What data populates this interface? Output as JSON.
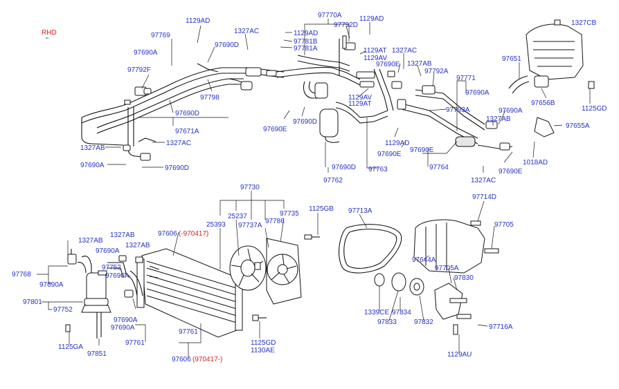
{
  "region": "RHD",
  "part_numbers": [
    "97769",
    "97690A",
    "97792F",
    "97690D",
    "97798",
    "97690D",
    "97671A",
    "1327AB",
    "1327AC",
    "97690A",
    "97690D",
    "1129AD",
    "1327AC",
    "1129AD",
    "97781B",
    "97781A",
    "97770A",
    "97792D",
    "1129AD",
    "1129AT",
    "1129AV",
    "1327AC",
    "97690E",
    "1327AB",
    "97792A",
    "97771",
    "97690A",
    "1129AV",
    "1129AT",
    "97690E",
    "97690D",
    "1129AD",
    "97690E",
    "97690E",
    "97763",
    "97690D",
    "97762",
    "97793A",
    "97690E",
    "97764",
    "1327AC",
    "97690E",
    "1327AB",
    "97690A",
    "1327CB",
    "97651",
    "97656B",
    "1125GD",
    "97655A",
    "1018AD",
    "97730",
    "25393",
    "25237",
    "97737A",
    "97786",
    "97735",
    "1125GB",
    "97606",
    "97761",
    "97606",
    "1125GD",
    "1130AE",
    "1327AB",
    "97690A",
    "1327AB",
    "1327AB",
    "97752",
    "97690A",
    "97768",
    "97690A",
    "97801",
    "97752",
    "97690A",
    "97690A",
    "97761",
    "1125GA",
    "97851",
    "97713A",
    "97714D",
    "97705",
    "97644A",
    "97705A",
    "97830",
    "1339CE",
    "97833",
    "97834",
    "97832",
    "97716A",
    "1129AU"
  ],
  "date_notes": [
    "(-970417)",
    "(970417-)"
  ]
}
